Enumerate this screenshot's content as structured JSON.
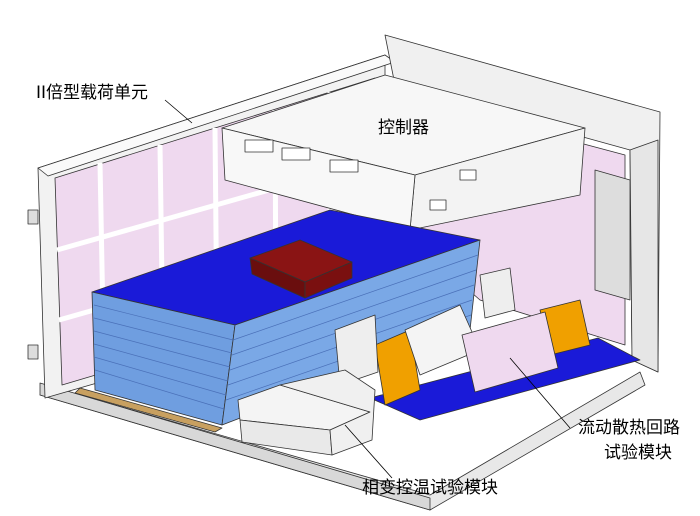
{
  "labels": {
    "payload_unit": "II倍型载荷单元",
    "controller": "控制器",
    "flow_module_line1": "流动散热回路",
    "flow_module_line2": "试验模块",
    "phase_change_module": "相变控温试验模块"
  },
  "colors": {
    "panel_pink": "#efd9ef",
    "frame_white": "#f4f4f4",
    "module_blue": "#1a1ad8",
    "module_side_blue": "#6f9ee0",
    "block_red": "#8a1414",
    "part_orange": "#f0a000",
    "outline": "#333333"
  }
}
